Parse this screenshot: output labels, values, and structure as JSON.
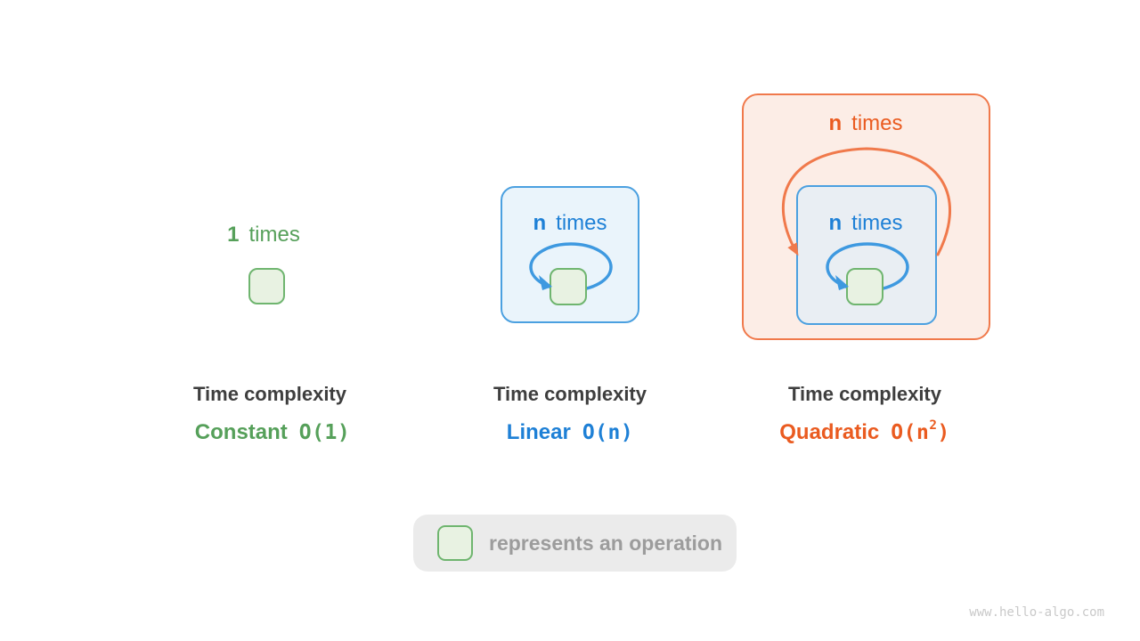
{
  "watermark": "www.hello-algo.com",
  "legend": {
    "label": "represents an operation",
    "swatch": "operation-square"
  },
  "diagrams": [
    {
      "key": "constant",
      "count_bold": "1",
      "count_word": "times",
      "title": "Time complexity",
      "name": "Constant",
      "notation": "O(1)"
    },
    {
      "key": "linear",
      "count_bold": "n",
      "count_word": "times",
      "title": "Time complexity",
      "name": "Linear",
      "notation": "O(n)"
    },
    {
      "key": "quadratic",
      "outer_count_bold": "n",
      "outer_count_word": "times",
      "inner_count_bold": "n",
      "inner_count_word": "times",
      "title": "Time complexity",
      "name": "Quadratic",
      "notation_base": "O(n",
      "notation_sup": "2",
      "notation_close": ")"
    }
  ],
  "colors": {
    "green_text": "#56A05A",
    "green_border": "#6FB56F",
    "green_fill": "#E8F2E2",
    "blue_text": "#1E80D6",
    "blue_border": "#4BA0E0",
    "blue_loop": "#3E99E0",
    "blue_box_fill": "#EAF4FB",
    "inner_box_fill": "#E9EEF3",
    "orange_text": "#EA5B20",
    "orange_border": "#F0794B",
    "orange_fill": "#FCEDE6",
    "caption_text": "#3E3E3E",
    "legend_bg": "#EBEBEB",
    "legend_text": "#9C9C9C",
    "watermark_text": "#C9C9C9"
  }
}
